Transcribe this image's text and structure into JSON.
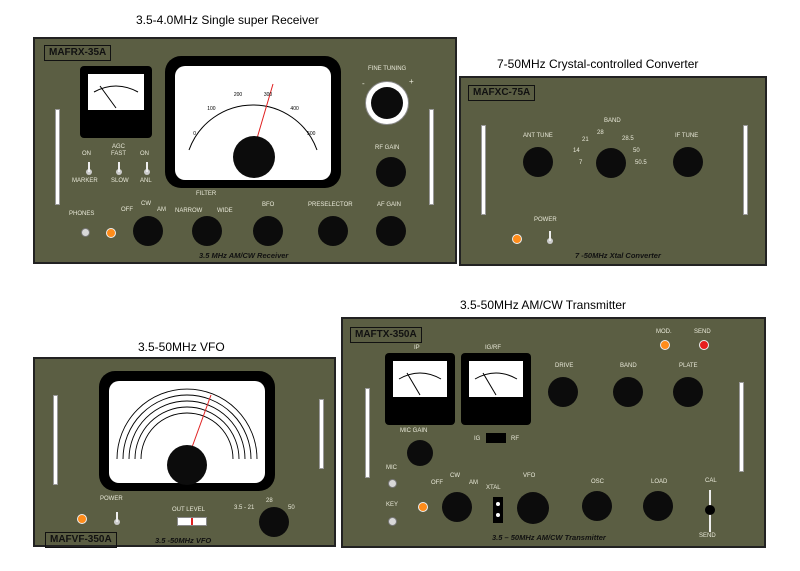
{
  "titles": {
    "receiver": "3.5-4.0MHz Single super Receiver",
    "converter": "7-50MHz Crystal-controlled Converter",
    "vfo": "3.5-50MHz VFO",
    "transmitter": "3.5-50MHz AM/CW Transmitter"
  },
  "receiver": {
    "model": "MAFRX-35A",
    "caption": "3.5 MHz AM/CW Receiver",
    "dial_ticks": [
      "0",
      "100",
      "200",
      "300",
      "400",
      "500"
    ],
    "labels": {
      "fine_tuning": "FINE TUNING",
      "minus": "-",
      "plus": "+",
      "rf_gain": "RF GAIN",
      "af_gain": "AF GAIN",
      "on1": "ON",
      "agc": "AGC",
      "fast": "FAST",
      "on2": "ON",
      "marker": "MARKER",
      "slow": "SLOW",
      "anl": "ANL",
      "filter": "FILTER",
      "narrow": "NARROW",
      "wide": "WIDE",
      "bfo": "BFO",
      "preselector": "PRESELECTOR",
      "phones": "PHONES",
      "off": "OFF",
      "cw": "CW",
      "am": "AM"
    }
  },
  "converter": {
    "model": "MAFXC-75A",
    "caption": "7 -50MHz Xtal Converter",
    "labels": {
      "ant_tune": "ANT TUNE",
      "band": "BAND",
      "if_tune": "IF TUNE",
      "power": "POWER"
    },
    "bands": [
      "7",
      "14",
      "21",
      "28",
      "28.5",
      "50",
      "50.5"
    ]
  },
  "vfo": {
    "model": "MAFVF-350A",
    "caption": "3.5 -50MHz VFO",
    "labels": {
      "power": "POWER",
      "out_level": "OUT LEVEL",
      "range_low": "3.5 - 21",
      "range_28": "28",
      "range_50": "50"
    }
  },
  "transmitter": {
    "model": "MAFTX-350A",
    "caption": "3.5 – 50MHz AM/CW Transmitter",
    "labels": {
      "ip": "IP",
      "igrf": "IG/RF",
      "ig": "IG",
      "rf": "RF",
      "drive": "DRIVE",
      "band": "BAND",
      "plate": "PLATE",
      "mod": "MOD.",
      "send": "SEND",
      "mic_gain": "MIC GAIN",
      "mic": "MIC",
      "key": "KEY",
      "off": "OFF",
      "cw": "CW",
      "am": "AM",
      "xtal": "XTAL",
      "vfo": "VFO",
      "osc": "OSC",
      "load": "LOAD",
      "cal": "CAL",
      "send2": "SEND"
    }
  },
  "colors": {
    "panel": "#5b5e43",
    "orange_led": "#ff8c1a",
    "red_led": "#e81d1d",
    "needle": "#e02020"
  }
}
